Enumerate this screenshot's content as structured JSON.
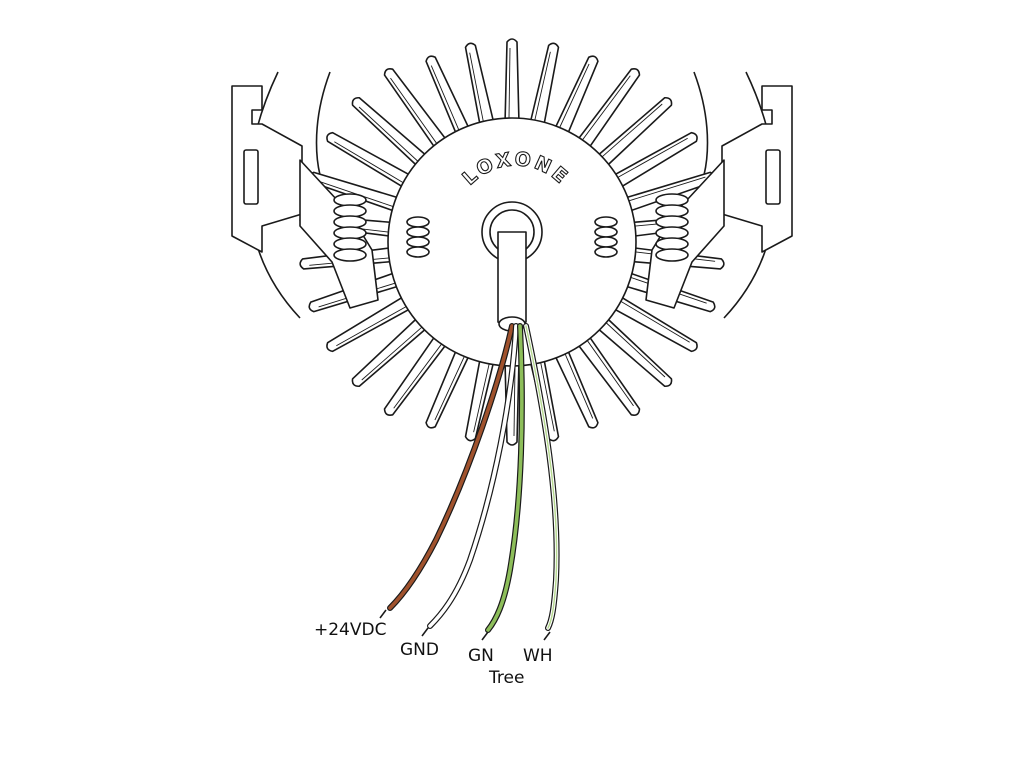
{
  "brand": {
    "text": "LOXONE"
  },
  "wires": [
    {
      "id": "wire-24vdc",
      "label": "+24VDC",
      "color": "#a0522d"
    },
    {
      "id": "wire-gnd",
      "label": "GND",
      "color": "#ffffff"
    },
    {
      "id": "wire-gn",
      "label": "GN",
      "color": "#8dbe5a"
    },
    {
      "id": "wire-wh",
      "label": "WH",
      "color": "#ffffff",
      "stripe": "#b5d88f"
    }
  ],
  "bus_label": "Tree",
  "colors": {
    "outline": "#1a1a1a",
    "background": "#ffffff"
  }
}
